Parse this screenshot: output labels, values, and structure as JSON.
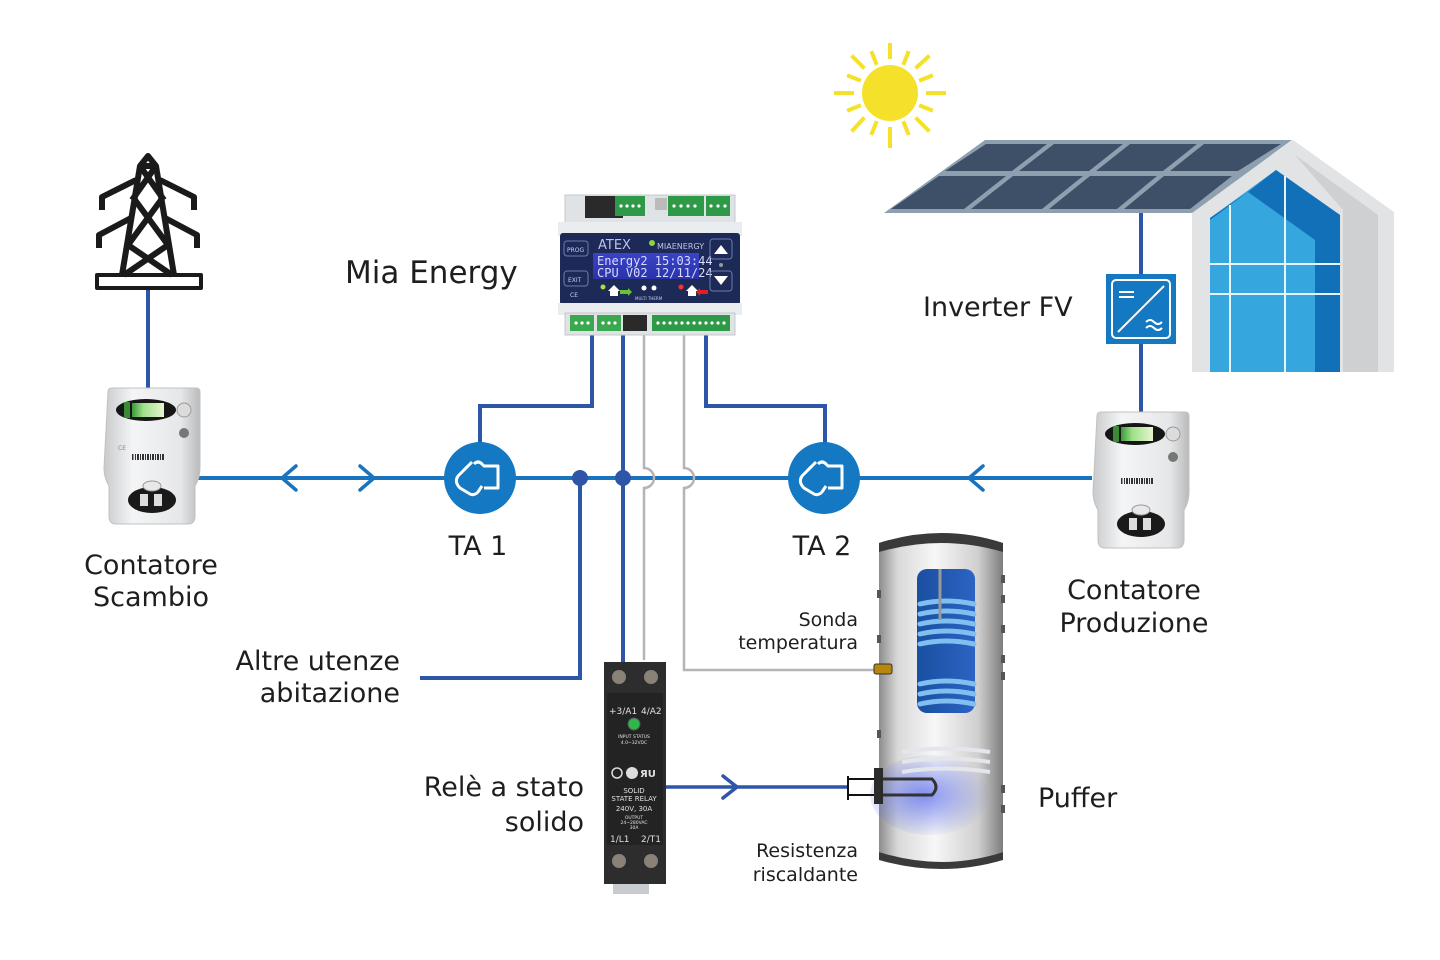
{
  "diagram": {
    "title_label": "Mia Energy",
    "colors": {
      "wire_blue": "#2d55a8",
      "bus_blue": "#1a73bd",
      "ta_circle": "#1478c2",
      "signal_gray": "#b4b4b4",
      "sun_yellow": "#f6e12a",
      "panel_dark": "#3e5068",
      "panel_frame": "#8ea0b0",
      "house_light": "#36a6de",
      "house_dark": "#1270b8"
    },
    "labels": {
      "mia_energy": "Mia Energy",
      "inverter": "Inverter FV",
      "ta1": "TA 1",
      "ta2": "TA 2",
      "contatore_scambio_l1": "Contatore",
      "contatore_scambio_l2": "Scambio",
      "contatore_produzione_l1": "Contatore",
      "contatore_produzione_l2": "Produzione",
      "altre_utenze_l1": "Altre utenze",
      "altre_utenze_l2": "abitazione",
      "rele_l1": "Relè a stato",
      "rele_l2": "solido",
      "sonda_l1": "Sonda",
      "sonda_l2": "temperatura",
      "resistenza_l1": "Resistenza",
      "resistenza_l2": "riscaldante",
      "puffer": "Puffer"
    },
    "device": {
      "brand_left": "ATEX",
      "brand_right": "MIAENERGY",
      "lcd_line1": "Energy2 15:03:44",
      "lcd_line2": "CPU V02 12/11/24",
      "btn_prog": "PROG",
      "btn_exit": "EXIT",
      "ce_mark": "CE",
      "multi_label": "MULTI THERM"
    },
    "relay": {
      "terminal_a1": "+3/A1",
      "terminal_a2": "4/A2",
      "input_status": "INPUT STATUS",
      "input_range": "4.0~32VDC",
      "title_l1": "SOLID",
      "title_l2": "STATE RELAY",
      "rating": "240V, 30A",
      "output_l1": "OUTPUT",
      "output_l2": "24~280VAC",
      "output_l3": "30A",
      "terminal_l1": "1/L1",
      "terminal_t1": "2/T1"
    },
    "meter": {
      "ce_mark": "CE"
    }
  }
}
